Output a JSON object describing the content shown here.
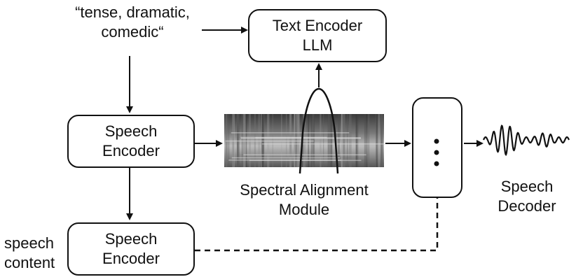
{
  "prompt": {
    "line1": "“tense, dramatic,",
    "line2": "comedic“"
  },
  "text_encoder": {
    "line1": "Text Encoder",
    "line2": "LLM"
  },
  "speech_encoder_top": {
    "line1": "Speech",
    "line2": "Encoder"
  },
  "speech_encoder_bottom": {
    "line1": "Speech",
    "line2": "Encoder"
  },
  "spectral_module": {
    "line1": "Spectral Alignment",
    "line2": "Module"
  },
  "speech_decoder": {
    "line1": "Speech",
    "line2": "Decoder"
  },
  "speech_content": {
    "line1": "speech",
    "line2": "content"
  },
  "colors": {
    "stroke": "#111111",
    "spectrogram_dark": "#2a2a2a",
    "spectrogram_light": "#cfcfcf"
  }
}
